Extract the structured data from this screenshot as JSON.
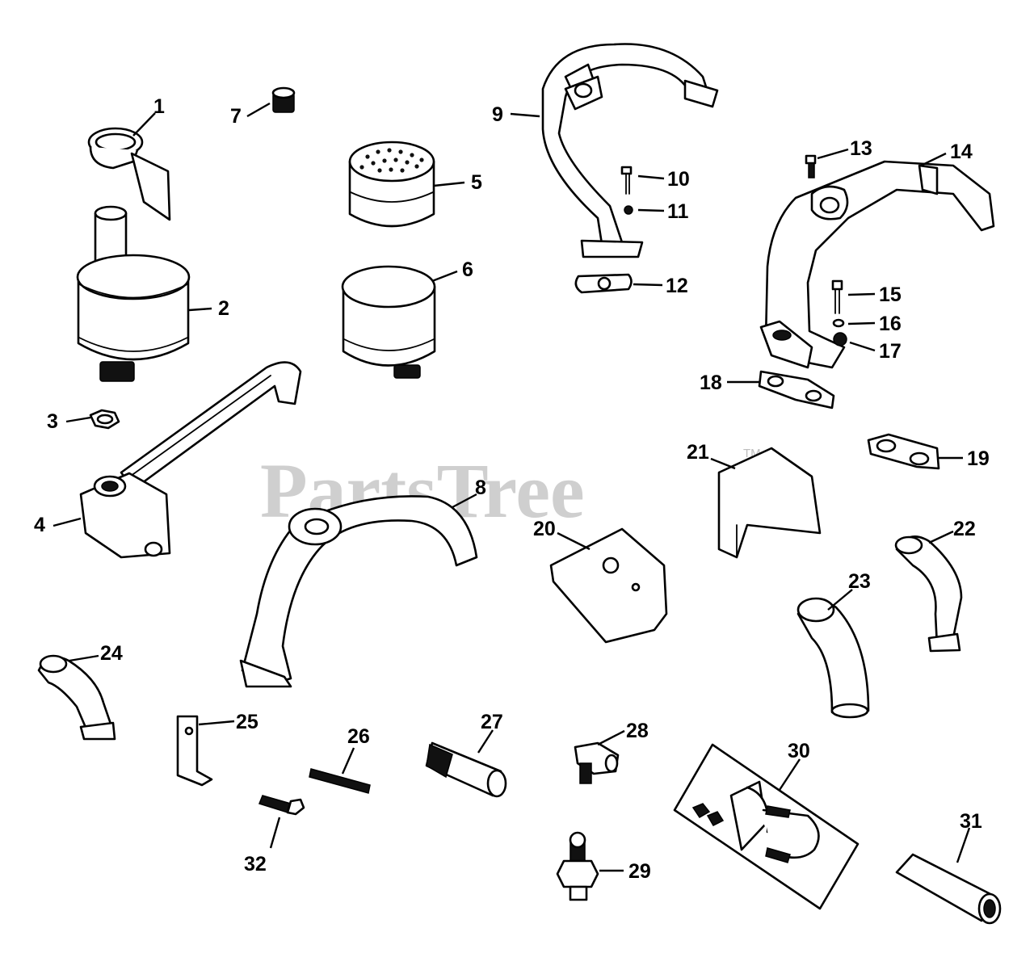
{
  "watermark": {
    "text": "PartsTree",
    "tm": "TM",
    "color": "#cfcfcf"
  },
  "callouts": [
    "1",
    "2",
    "3",
    "4",
    "5",
    "6",
    "7",
    "8",
    "9",
    "10",
    "11",
    "12",
    "13",
    "14",
    "15",
    "16",
    "17",
    "18",
    "19",
    "20",
    "21",
    "22",
    "23",
    "24",
    "25",
    "26",
    "27",
    "28",
    "29",
    "30",
    "31",
    "32"
  ]
}
